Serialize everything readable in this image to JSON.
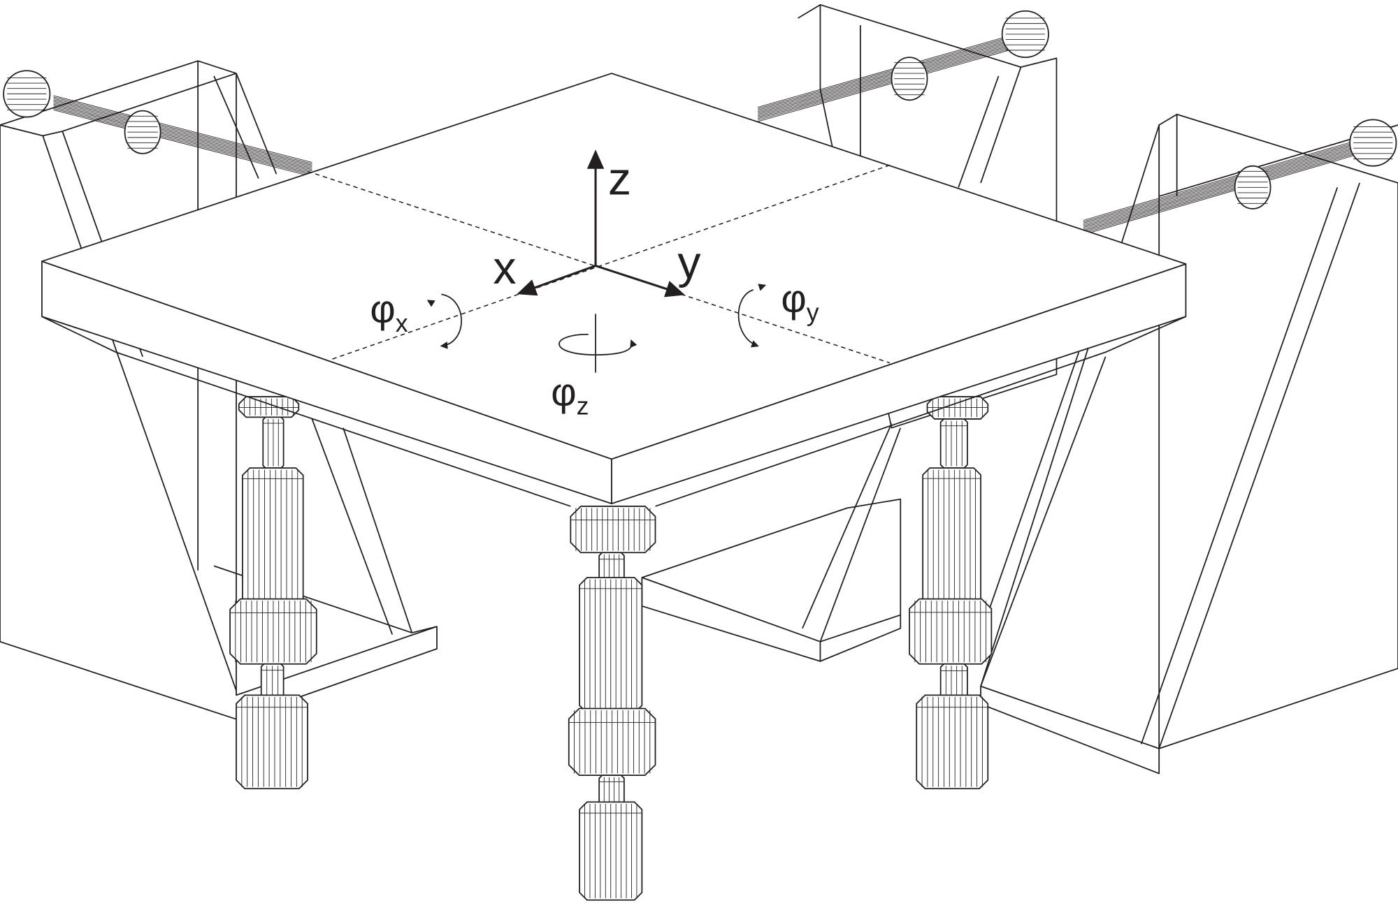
{
  "diagram": {
    "axes": {
      "z": "z",
      "x": "x",
      "y": "y"
    },
    "rotations": [
      {
        "symbol": "φ",
        "sub": "x"
      },
      {
        "symbol": "φ",
        "sub": "y"
      },
      {
        "symbol": "φ",
        "sub": "z"
      }
    ],
    "colors": {
      "line": "#231f20",
      "background": "#ffffff"
    }
  }
}
